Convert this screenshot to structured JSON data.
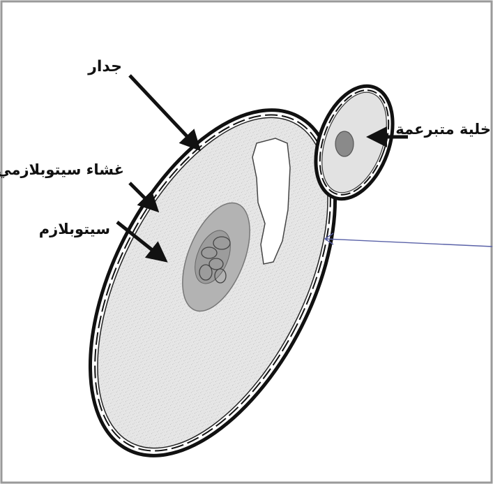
{
  "labels": {
    "wall": "جدار",
    "membrane": "غشاء سيتوبلازمي",
    "cytoplasm": "سيتوبلازم",
    "bud": "خلية متبرعمة"
  },
  "colors": {
    "cell_fill": "#e4e4e4",
    "outline": "#111111",
    "nucleus_outer": "#b3b3b3",
    "bud_nucleus": "#8a8a8a",
    "pointer_blue": "#5a62a8"
  }
}
